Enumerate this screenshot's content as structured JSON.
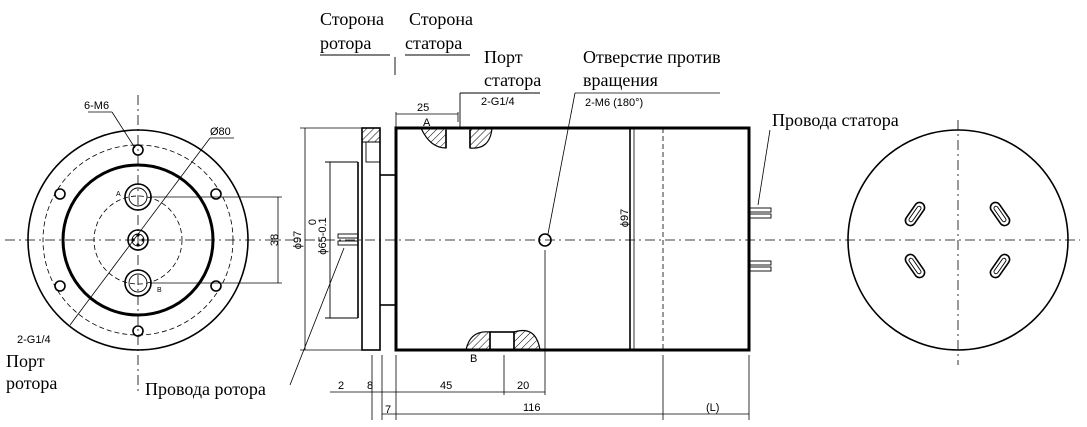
{
  "labels": {
    "rotor_side_1": "Сторона",
    "rotor_side_2": "ротора",
    "stator_side_1": "Сторона",
    "stator_side_2": "статора",
    "stator_port_1": "Порт",
    "stator_port_2": "статора",
    "anti_rotation_1": "Отверстие против",
    "anti_rotation_2": "вращения",
    "stator_wires": "Провода статора",
    "rotor_port_1": "Порт",
    "rotor_port_2": "ротора",
    "rotor_wires": "Провода ротора"
  },
  "dims": {
    "holes": "6-M6",
    "dia80": "Ø80",
    "d38": "38",
    "rotor_thread": "2-G1/4",
    "stator_thread": "2-G1/4",
    "d25": "25",
    "anti_hole": "2-M6 (180°)",
    "dia97_left": "ϕ97",
    "zero": "0",
    "dia65": "ϕ65-0.1",
    "dia97_body": "ϕ97",
    "d2": "2",
    "d8": "8",
    "d7": "7",
    "d45": "45",
    "d20": "20",
    "d116": "116",
    "dL": "(L)",
    "port_a": "A",
    "port_b": "B",
    "port_a_small": "A",
    "port_b_small": "B"
  }
}
